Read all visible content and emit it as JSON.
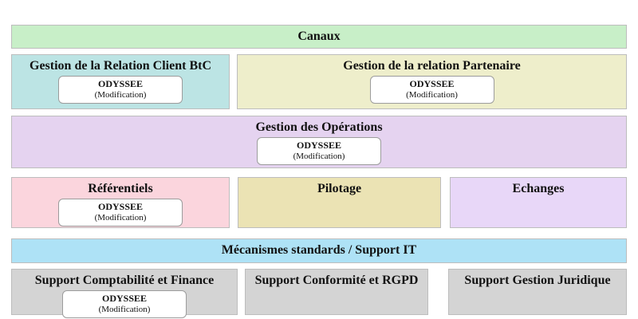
{
  "diagram": {
    "type": "capability-map",
    "app_box": {
      "name": "ODYSSEE",
      "detail": "(Modification)"
    },
    "rows": [
      {
        "blocks": [
          {
            "label": "Canaux",
            "color": "#c8efc8"
          }
        ]
      },
      {
        "blocks": [
          {
            "label": "Gestion de la Relation Client BtC",
            "color": "#bce4e4",
            "app": {
              "name": "ODYSSEE",
              "detail": "(Modification)"
            }
          },
          {
            "label": "Gestion de la relation Partenaire",
            "color": "#eeeecb",
            "app": {
              "name": "ODYSSEE",
              "detail": "(Modification)"
            }
          }
        ]
      },
      {
        "blocks": [
          {
            "label": "Gestion des Opérations",
            "color": "#e5d3f0",
            "app": {
              "name": "ODYSSEE",
              "detail": "(Modification)"
            }
          }
        ]
      },
      {
        "blocks": [
          {
            "label": "Référentiels",
            "color": "#fbd5dd",
            "app": {
              "name": "ODYSSEE",
              "detail": "(Modification)"
            }
          },
          {
            "label": "Pilotage",
            "color": "#ebe3b4"
          },
          {
            "label": "Echanges",
            "color": "#e8d7f8"
          }
        ]
      },
      {
        "blocks": [
          {
            "label": "Mécanismes standards / Support IT",
            "color": "#aee2f6"
          }
        ]
      },
      {
        "blocks": [
          {
            "label": "Support Comptabilité et Finance",
            "color": "#d4d4d4",
            "app": {
              "name": "ODYSSEE",
              "detail": "(Modification)"
            }
          },
          {
            "label": "Support Conformité et RGPD",
            "color": "#d4d4d4"
          },
          {
            "label": "Support Gestion Juridique",
            "color": "#d4d4d4"
          }
        ]
      }
    ],
    "border_color": "#bdbdbd"
  }
}
